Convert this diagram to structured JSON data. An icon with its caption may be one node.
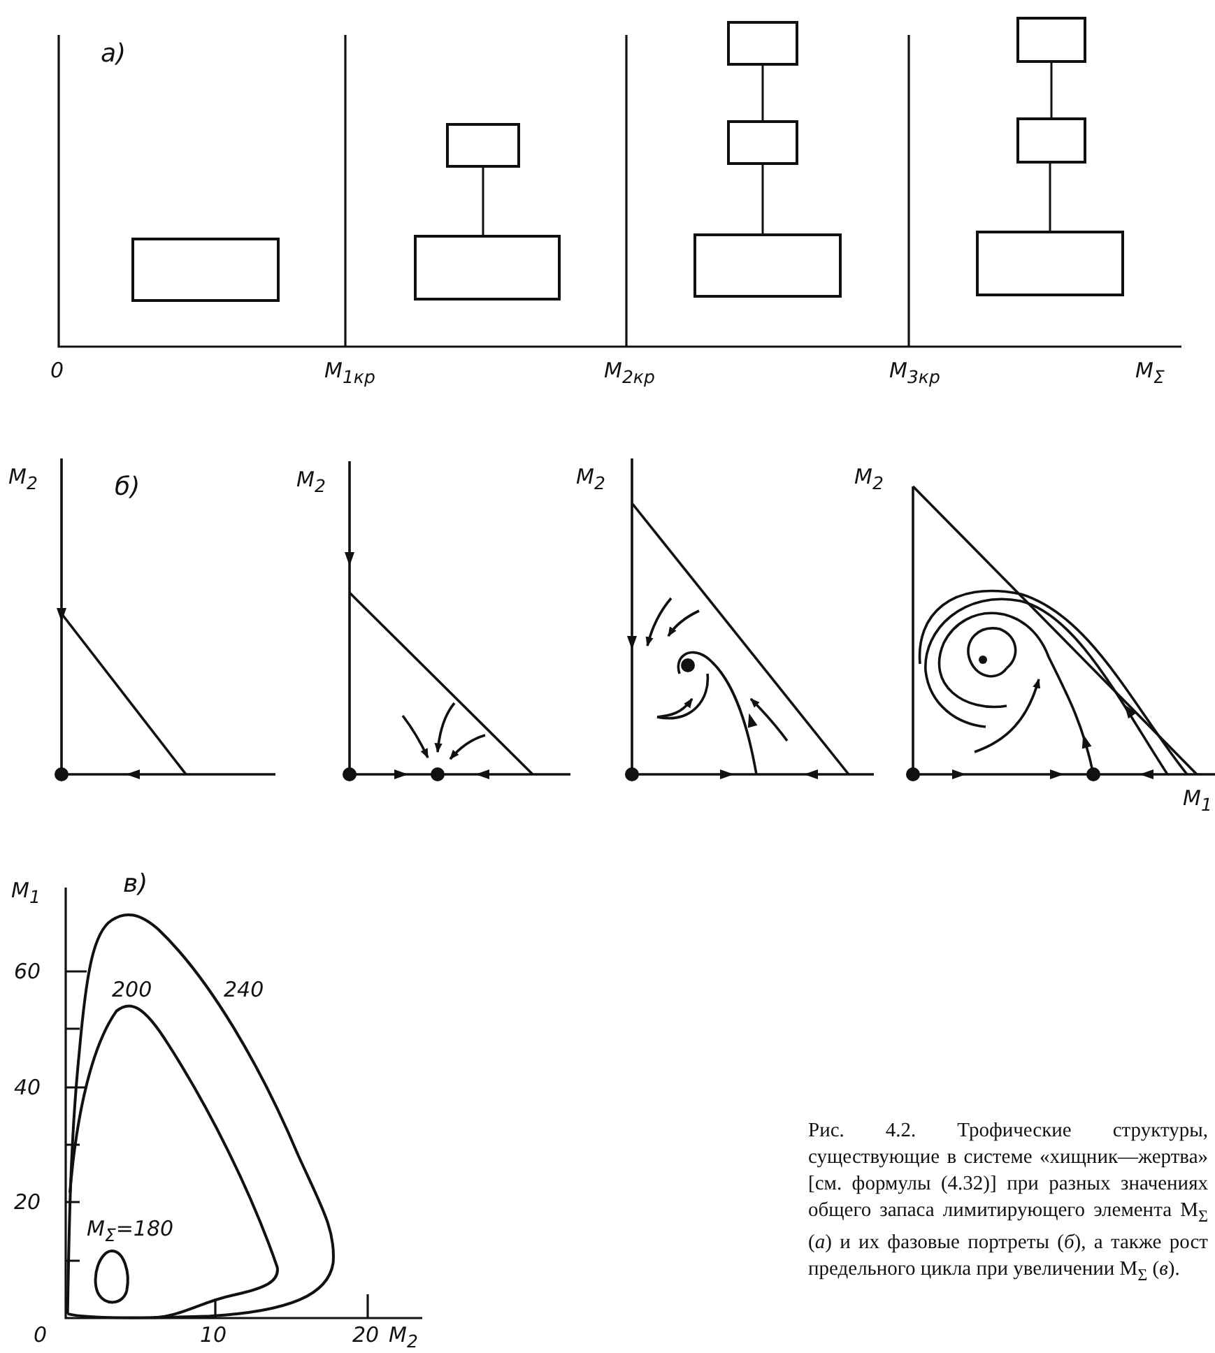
{
  "diagram": {
    "caption": "Рис. 4.2. Трофические структуры, существующие в системе «хищник—жертва» [см. формулы (4.32)] при разных значениях общего запаса лимитирующего элемента M$_{Σ}$ (*а*) и их фазовые портреты (*б*), а также рост предельного цикла при увеличении M$_{Σ}$ (*в*).",
    "nodes": [
      {
        "text": [],
        "shape": "box"
      },
      {
        "text": [],
        "shape": "box"
      },
      {
        "text": [],
        "shape": "box"
      },
      {
        "text": [],
        "shape": "box"
      },
      {
        "text": [],
        "shape": "box"
      },
      {
        "text": [],
        "shape": "box"
      },
      {
        "text": [],
        "shape": "box"
      },
      {
        "text": [],
        "shape": "box"
      },
      {
        "text": [],
        "shape": "box"
      }
    ],
    "edges": [
      {
        "from": 1,
        "to": 2,
        "arrow": "none"
      },
      {
        "from": 3,
        "to": 4,
        "arrow": "none"
      },
      {
        "from": 4,
        "to": 5,
        "arrow": "none"
      },
      {
        "from": 6,
        "to": 7,
        "arrow": "none"
      },
      {
        "from": 7,
        "to": 8,
        "arrow": "none"
      }
    ],
    "labels": [
      "а)",
      "0",
      "M$_{1кр}$",
      "M$_{2кр}$",
      "M$_{3кр}$",
      "M$_{Σ}$",
      "M$_{2}$",
      "б)",
      "M$_{2}$",
      "M$_{2}$",
      "M$_{2}$",
      "M$_{1}$",
      "M$_{1}$",
      "в)",
      "60",
      "200",
      "240",
      "40",
      "20",
      "M$_{Σ}$=180",
      "0",
      "10",
      "20",
      "M$_{2}$"
    ]
  }
}
